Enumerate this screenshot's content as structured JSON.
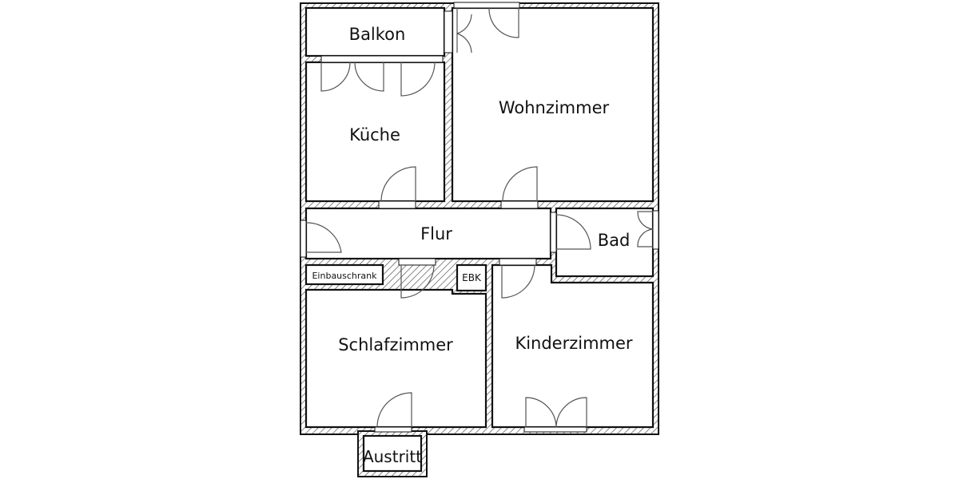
{
  "plan": {
    "type": "floor-plan",
    "wall_color": "#111111",
    "hatch_color": "#555555",
    "rooms": [
      {
        "id": "balkon",
        "label": "Balkon"
      },
      {
        "id": "wohnzimmer",
        "label": "Wohnzimmer"
      },
      {
        "id": "kueche",
        "label": "Küche"
      },
      {
        "id": "flur",
        "label": "Flur"
      },
      {
        "id": "bad",
        "label": "Bad"
      },
      {
        "id": "einbauschrank",
        "label": "Einbauschrank"
      },
      {
        "id": "ebk",
        "label": "EBK"
      },
      {
        "id": "schlafzimmer",
        "label": "Schlafzimmer"
      },
      {
        "id": "kinderzimmer",
        "label": "Kinderzimmer"
      },
      {
        "id": "austritt",
        "label": "Austritt"
      }
    ]
  }
}
